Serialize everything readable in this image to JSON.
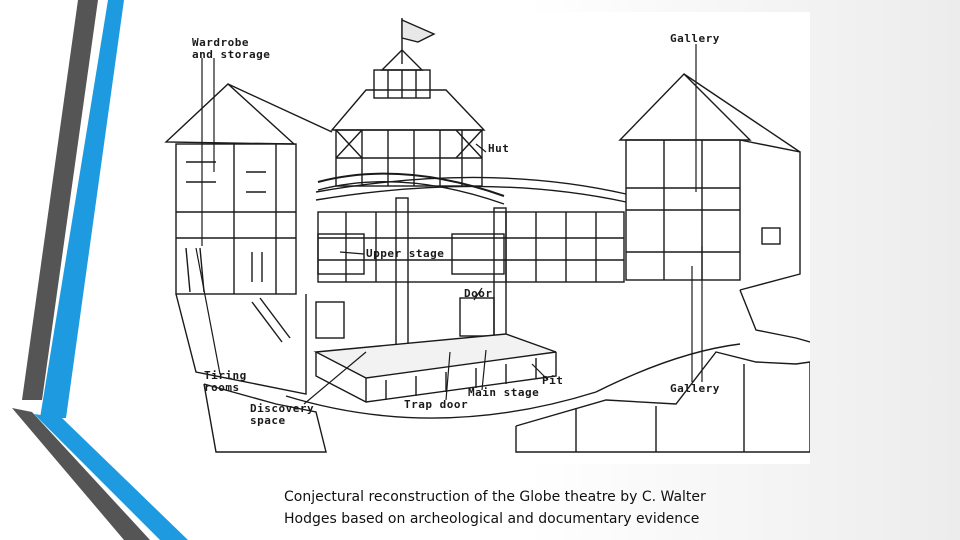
{
  "diagram": {
    "labels": {
      "wardrobe_line1": "Wardrobe",
      "wardrobe_line2": "and storage",
      "gallery_top": "Gallery",
      "hut": "Hut",
      "upper_stage": "Upper stage",
      "door": "Door",
      "tiring_line1": "Tiring",
      "tiring_line2": "rooms",
      "discovery_line1": "Discovery",
      "discovery_line2": "space",
      "trap_door": "Trap door",
      "main_stage": "Main stage",
      "pit": "Pit",
      "gallery_bottom": "Gallery"
    }
  },
  "caption": {
    "line1": "Conjectural reconstruction of the Globe theatre by C. Walter",
    "line2": "Hodges based on archeological and documentary evidence"
  },
  "colors": {
    "accent_blue": "#1e9be0",
    "accent_dark": "#555555",
    "line_ink": "#1a1a1a"
  }
}
